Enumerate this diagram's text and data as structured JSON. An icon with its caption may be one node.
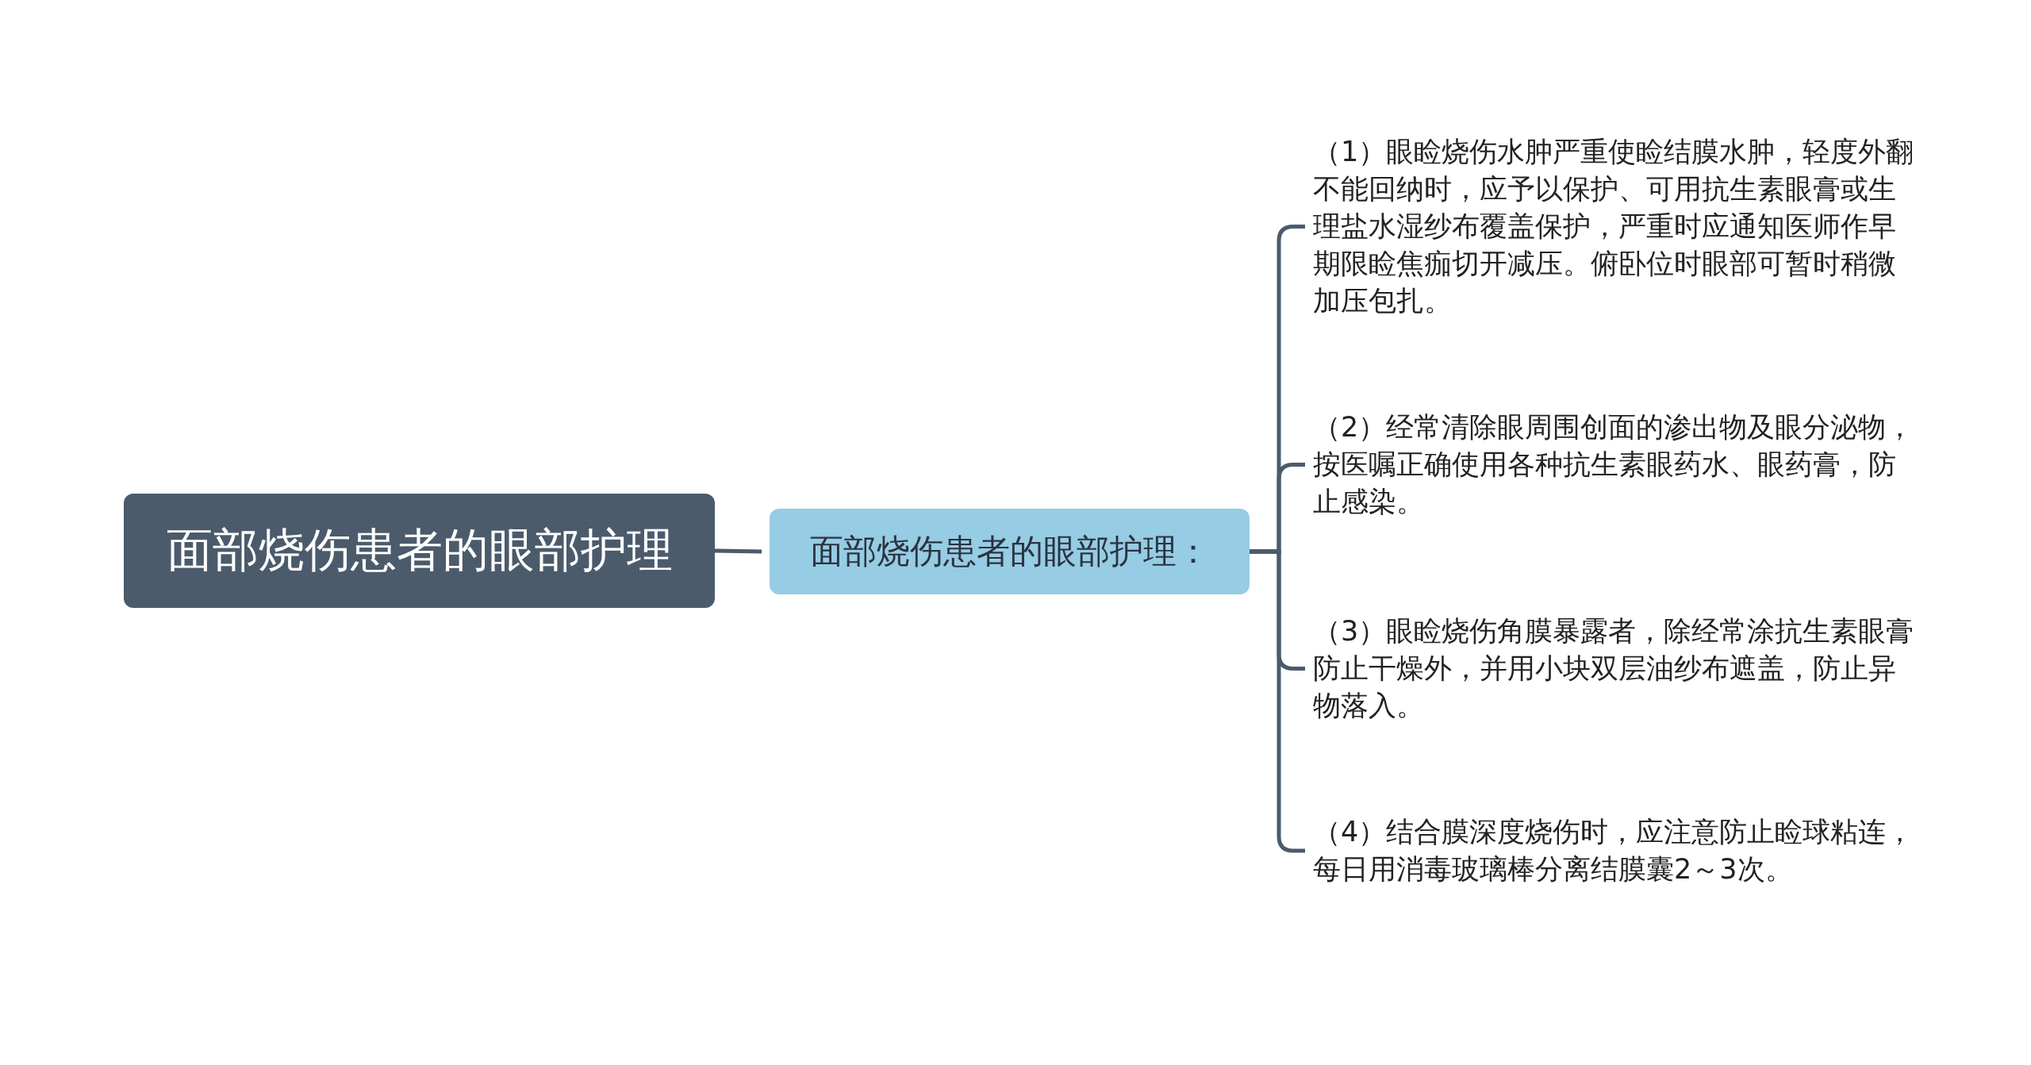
{
  "diagram": {
    "nodes": [
      {
        "text": [
          "面部烧伤患者的眼部护理"
        ]
      },
      {
        "text": [
          "面部烧伤患者的眼部护理："
        ]
      },
      {
        "text": [
          "（1）眼睑烧伤水肿严重使睑结膜水肿，轻度外翻不能回纳时，应予以保护、可用抗生素眼膏或生理盐水湿纱布覆盖保护，严重时应通知医师作早期限睑焦痂切开减压。俯卧位时眼部可暂时稍微加压包扎。"
        ]
      },
      {
        "text": [
          "（2）经常清除眼周围创面的渗出物及眼分泌物，按医嘱正确使用各种抗生素眼药水、眼药膏，防止感染。"
        ]
      },
      {
        "text": [
          "（3）眼睑烧伤角膜暴露者，除经常涂抗生素眼膏防止干燥外，并用小块双层油纱布遮盖，防止异物落入。"
        ]
      },
      {
        "text": [
          "（4）结合膜深度烧伤时，应注意防止睑球粘连，每日用消毒玻璃棒分离结膜囊2～3次。"
        ]
      }
    ],
    "edges": [
      {
        "from": 0,
        "to": 1,
        "arrow": "none"
      },
      {
        "from": 1,
        "to": 2,
        "arrow": "none"
      },
      {
        "from": 1,
        "to": 3,
        "arrow": "none"
      },
      {
        "from": 1,
        "to": 4,
        "arrow": "none"
      },
      {
        "from": 1,
        "to": 5,
        "arrow": "none"
      }
    ]
  }
}
